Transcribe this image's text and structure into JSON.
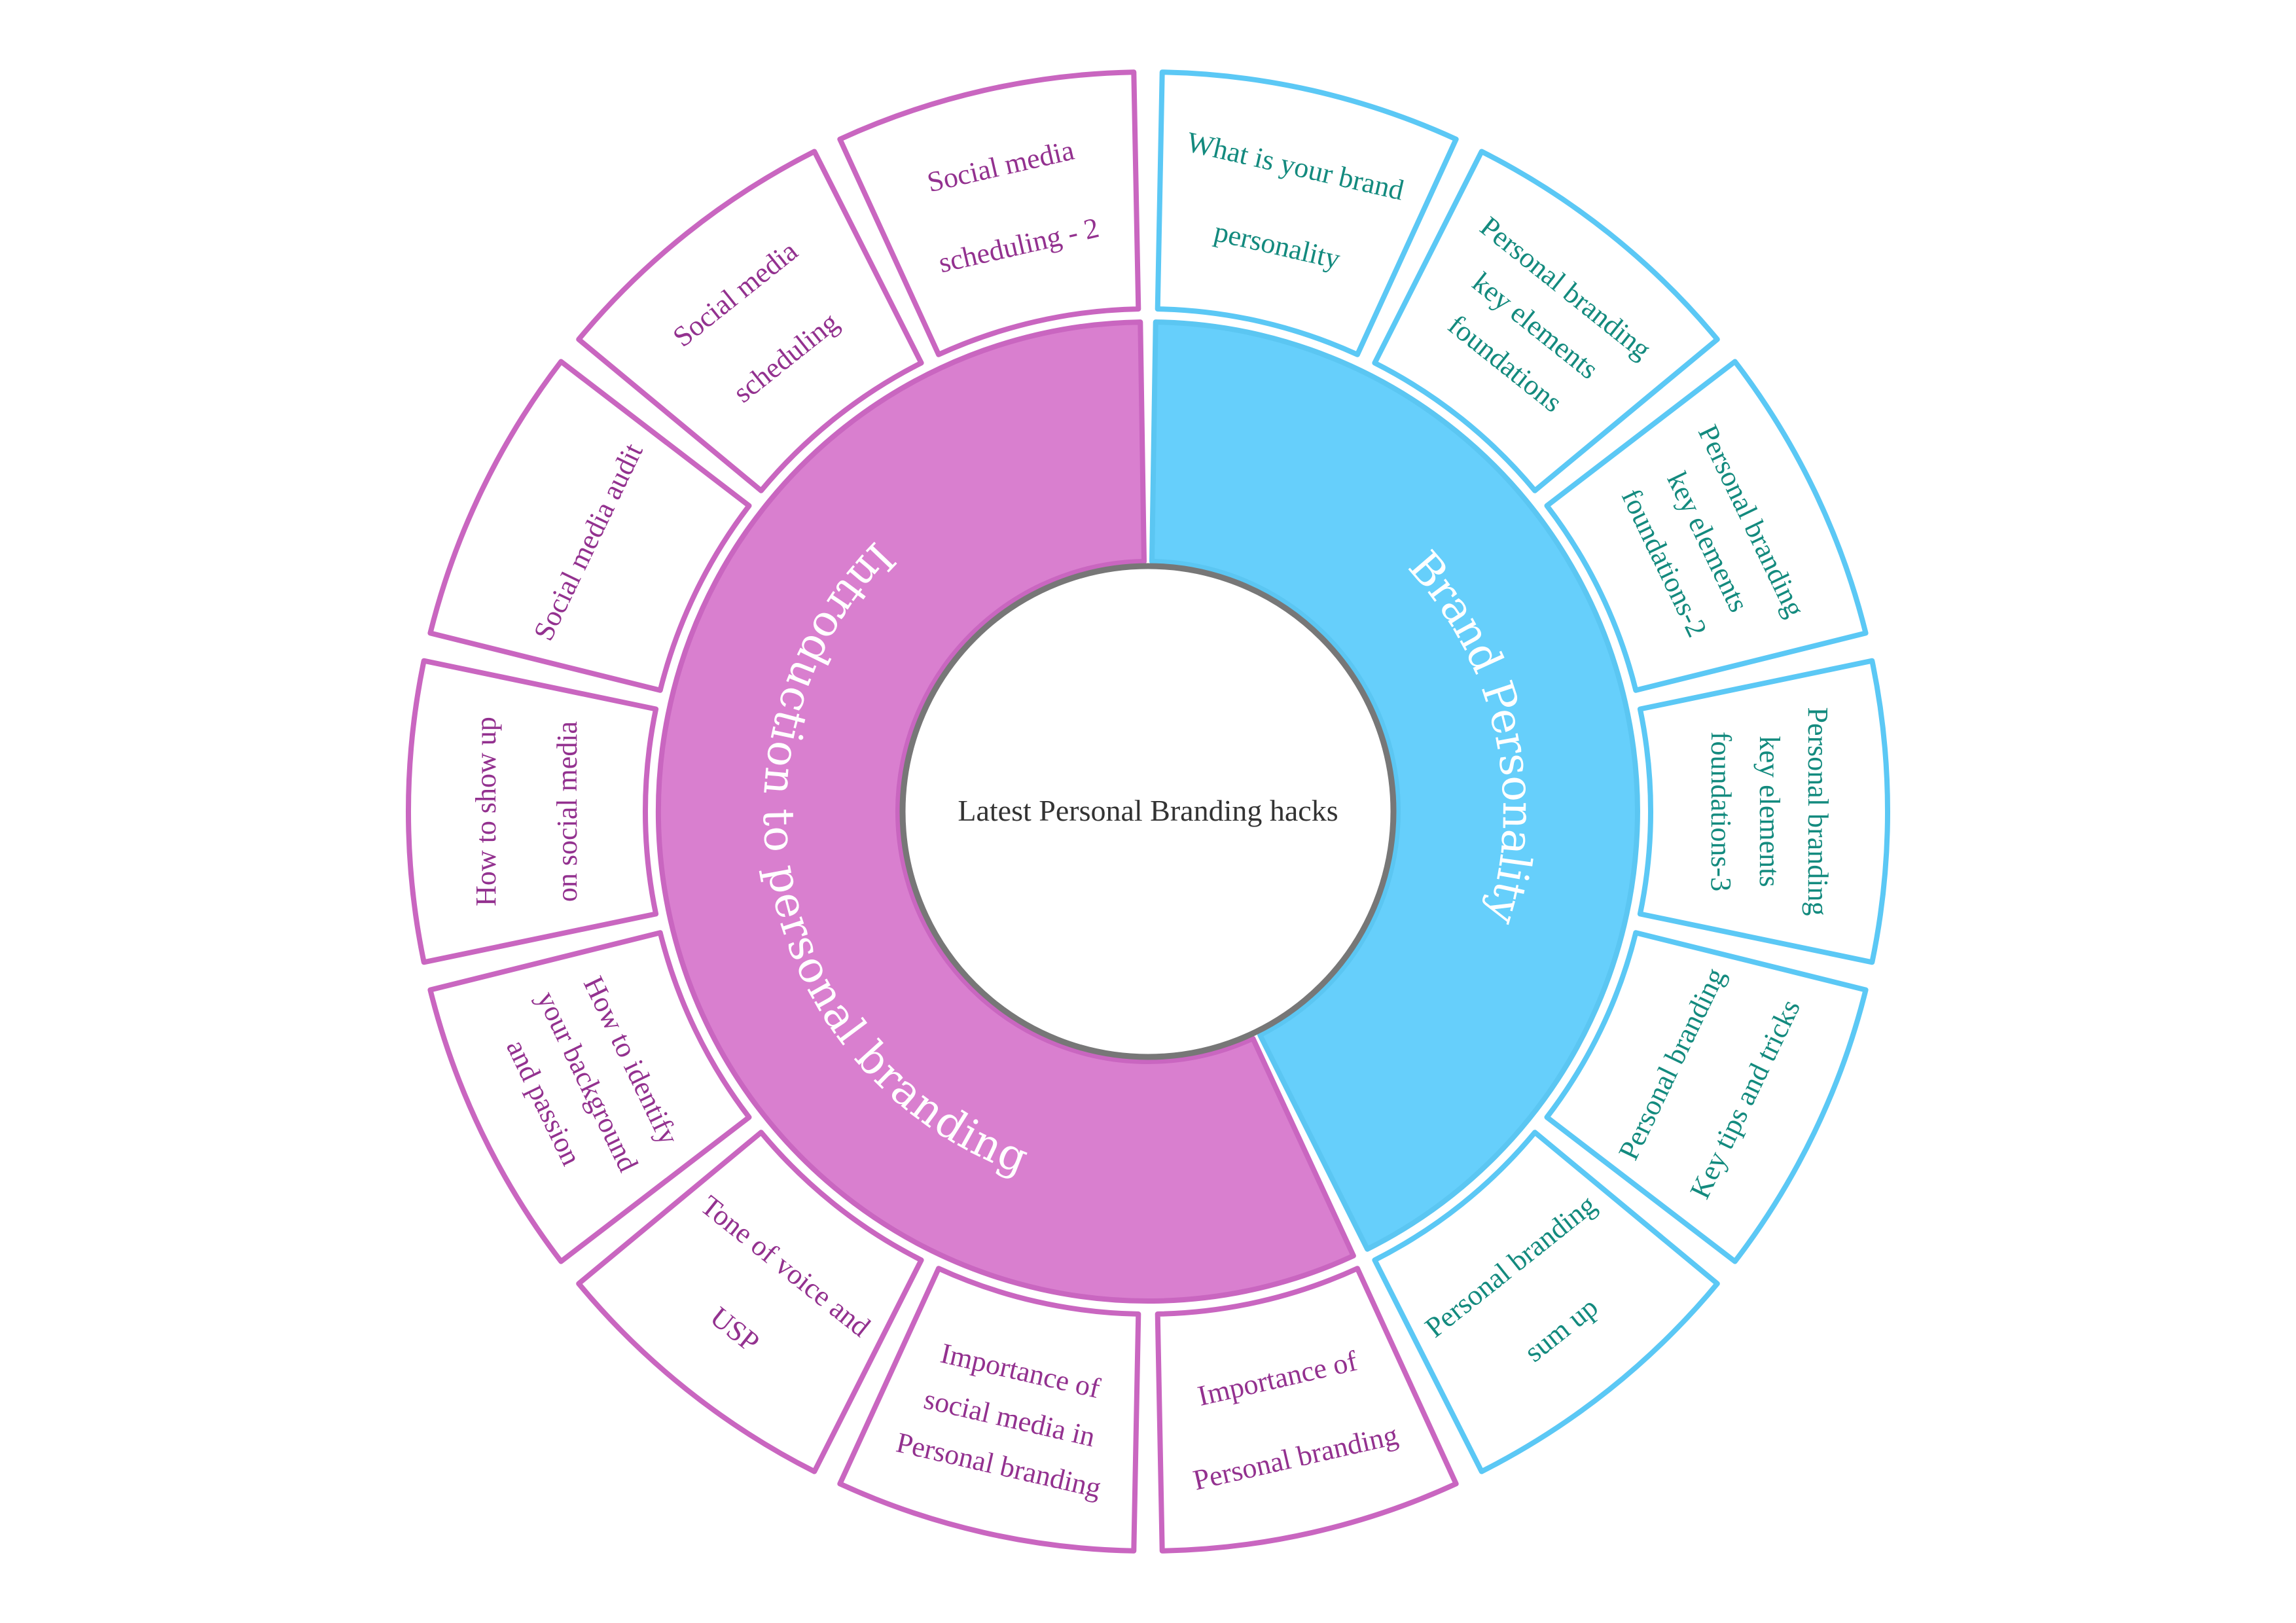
{
  "center": {
    "title": "Latest Personal Branding hacks",
    "fill": "#ffffff",
    "stroke": "#777777",
    "text_color": "#333333"
  },
  "groups": [
    {
      "id": "brand-personality",
      "label": "Brand Personality",
      "fill": "#66CFFB",
      "stroke": "#5BC6F2",
      "outer_stroke": "#5BC8F5",
      "label_color": "#ffffff",
      "item_text_color": "#138A7E",
      "items": [
        {
          "lines": [
            "What is your brand",
            "personality"
          ]
        },
        {
          "lines": [
            "Personal branding",
            "key elements",
            "foundations"
          ]
        },
        {
          "lines": [
            "Personal branding",
            "key elements",
            "foundations-2"
          ]
        },
        {
          "lines": [
            "Personal branding",
            "key elements",
            "foundations-3"
          ]
        },
        {
          "lines": [
            "Personal branding",
            "Key tips and tricks"
          ]
        },
        {
          "lines": [
            "Personal branding",
            "sum up"
          ]
        }
      ]
    },
    {
      "id": "introduction",
      "label": "Introduction to personal branding",
      "fill": "#D97FCF",
      "stroke": "#C966C0",
      "outer_stroke": "#C966C0",
      "label_color": "#ffffff",
      "item_text_color": "#93318F",
      "items": [
        {
          "lines": [
            "Importance of",
            "Personal branding"
          ]
        },
        {
          "lines": [
            "Importance of",
            "social media in",
            "Personal branding"
          ]
        },
        {
          "lines": [
            "Tone of voice and",
            "USP"
          ]
        },
        {
          "lines": [
            "How to identify",
            "your background",
            "and passion"
          ]
        },
        {
          "lines": [
            "How to show up",
            "on social media"
          ]
        },
        {
          "lines": [
            "Social media audit"
          ]
        },
        {
          "lines": [
            "Social media",
            "scheduling"
          ]
        },
        {
          "lines": [
            "Social media",
            "scheduling - 2"
          ]
        }
      ]
    }
  ]
}
